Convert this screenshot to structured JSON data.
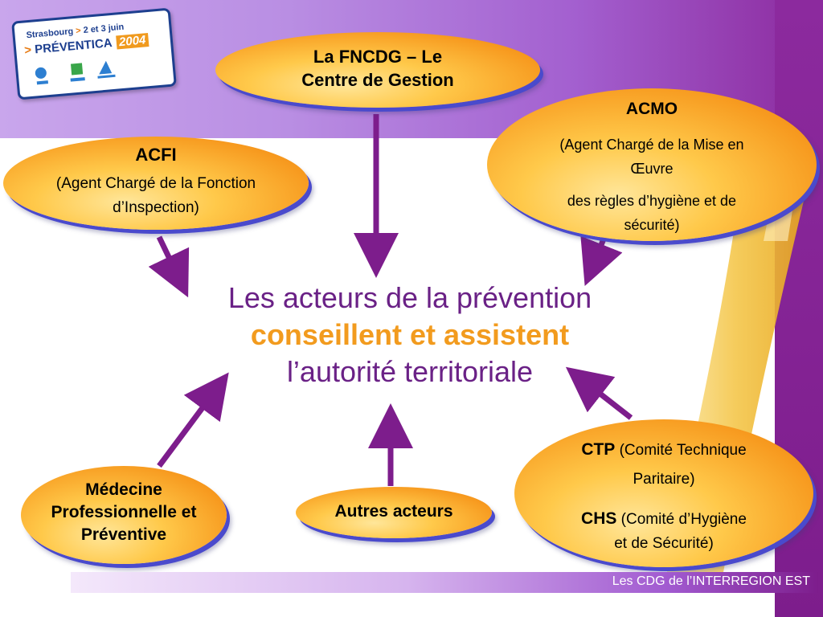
{
  "logo": {
    "line1_city": "Strasbourg",
    "line1_sep": ">",
    "line1_dates": "2 et 3 juin",
    "line2_arrow": ">",
    "line2_name": "PRÉVENTICA",
    "line2_year": "2004"
  },
  "nodes": {
    "fncdg": {
      "line1": "La FNCDG – Le",
      "line2": "Centre de Gestion"
    },
    "acfi": {
      "title": "ACFI",
      "desc1": "(Agent Chargé de la Fonction",
      "desc2": "d’Inspection)"
    },
    "acmo": {
      "title": "ACMO",
      "desc1": "(Agent Chargé de la Mise en",
      "desc2": "Œuvre",
      "desc3": "des règles d’hygiène et de",
      "desc4": "sécurité)"
    },
    "medecine": {
      "line1": "Médecine",
      "line2": "Professionnelle et",
      "line3": "Préventive"
    },
    "autres": {
      "label": "Autres acteurs"
    },
    "ctp_chs": {
      "ctp_abbr": "CTP",
      "ctp_desc1": "(Comité Technique",
      "ctp_desc2": "Paritaire)",
      "chs_abbr": "CHS",
      "chs_desc1": "(Comité d’Hygiène",
      "chs_desc2": "et de Sécurité)"
    }
  },
  "center": {
    "line1": "Les acteurs de la prévention",
    "line2": "conseillent et assistent",
    "line3": "l’autorité territoriale"
  },
  "footer": {
    "text": "Les CDG de l’INTERREGION EST"
  },
  "colors": {
    "arrow": "#7d1d8c",
    "oval_fill": "#f79a1f",
    "oval_shadow": "#4a4acc",
    "center_text": "#6a2186",
    "center_highlight": "#f29b1e"
  }
}
